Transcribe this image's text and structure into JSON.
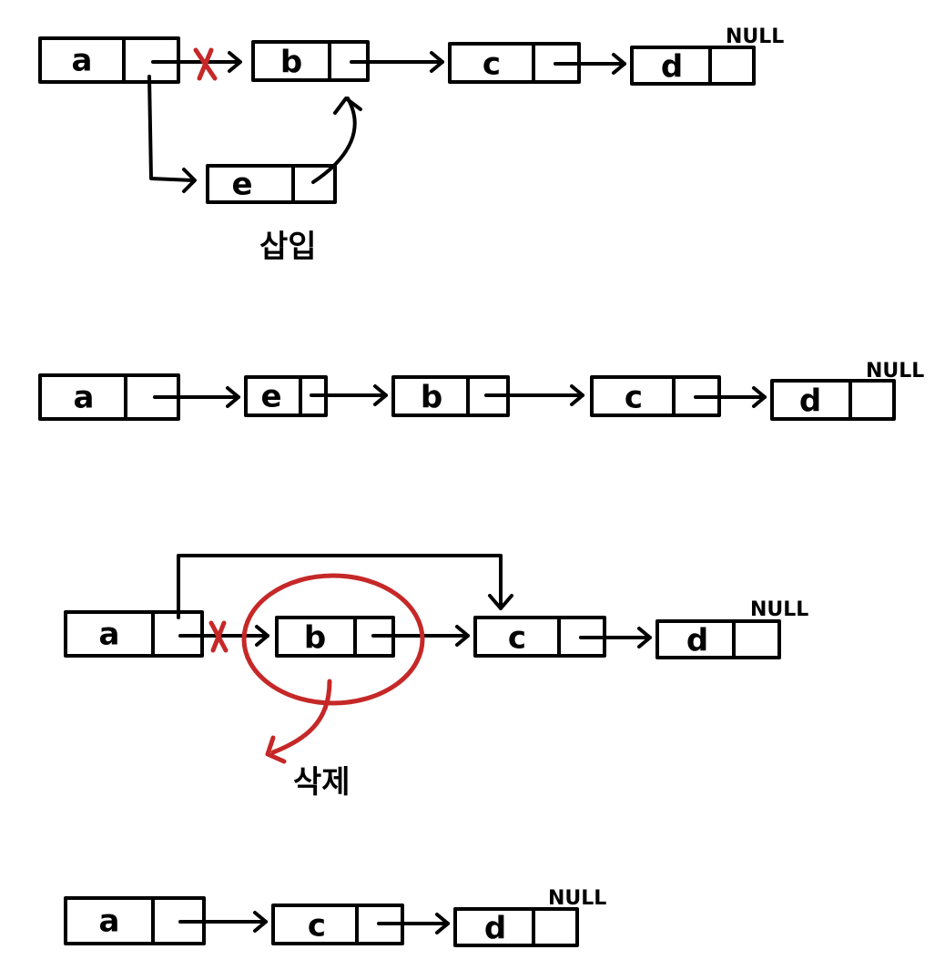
{
  "diagrams": [
    {
      "id": "insert",
      "nodes": [
        {
          "key": "a",
          "value": "a"
        },
        {
          "key": "b",
          "value": "b"
        },
        {
          "key": "c",
          "value": "c"
        },
        {
          "key": "d",
          "value": "d"
        },
        {
          "key": "e",
          "value": "e"
        }
      ],
      "null_label": "NULL",
      "operation_label": "삽입"
    },
    {
      "id": "after-insert",
      "nodes": [
        {
          "key": "a",
          "value": "a"
        },
        {
          "key": "e",
          "value": "e"
        },
        {
          "key": "b",
          "value": "b"
        },
        {
          "key": "c",
          "value": "c"
        },
        {
          "key": "d",
          "value": "d"
        }
      ],
      "null_label": "NULL"
    },
    {
      "id": "delete",
      "nodes": [
        {
          "key": "a",
          "value": "a"
        },
        {
          "key": "b",
          "value": "b"
        },
        {
          "key": "c",
          "value": "c"
        },
        {
          "key": "d",
          "value": "d"
        }
      ],
      "null_label": "NULL",
      "operation_label": "삭제"
    },
    {
      "id": "after-delete",
      "nodes": [
        {
          "key": "a",
          "value": "a"
        },
        {
          "key": "c",
          "value": "c"
        },
        {
          "key": "d",
          "value": "d"
        }
      ],
      "null_label": "NULL"
    }
  ],
  "colors": {
    "ink": "#000000",
    "highlight": "#c62828"
  }
}
